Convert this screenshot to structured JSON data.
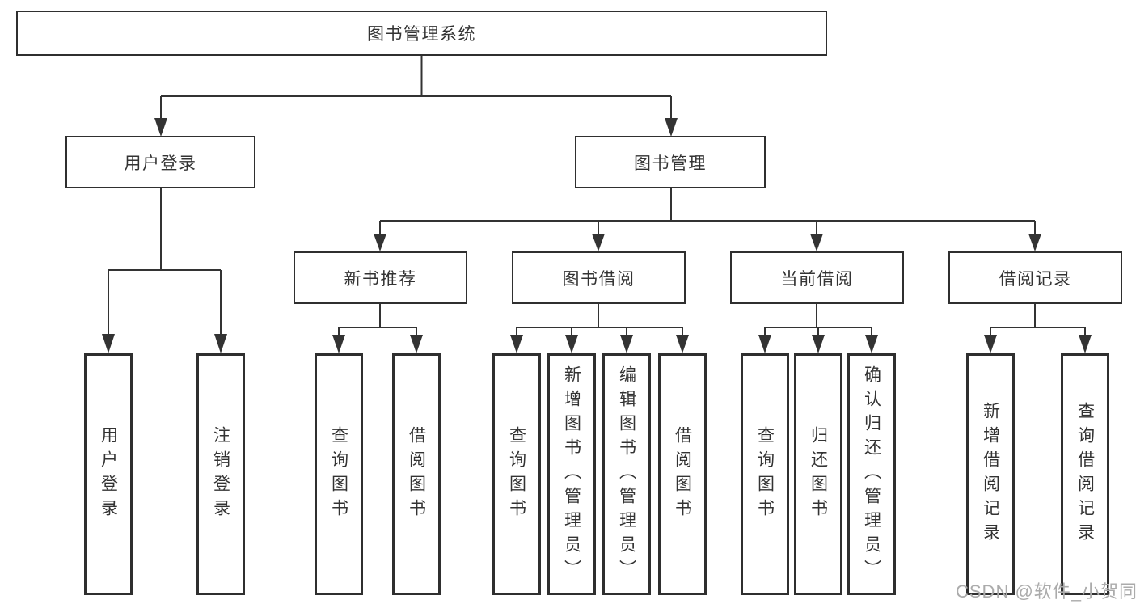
{
  "tree": {
    "root": "图书管理系统",
    "children": [
      {
        "label": "用户登录",
        "children": [
          {
            "label": "用户登录"
          },
          {
            "label": "注销登录"
          }
        ]
      },
      {
        "label": "图书管理",
        "children": [
          {
            "label": "新书推荐",
            "children": [
              {
                "label": "查询图书"
              },
              {
                "label": "借阅图书"
              }
            ]
          },
          {
            "label": "图书借阅",
            "children": [
              {
                "label": "查询图书"
              },
              {
                "label": "新增图书（管理员）"
              },
              {
                "label": "编辑图书（管理员）"
              },
              {
                "label": "借阅图书"
              }
            ]
          },
          {
            "label": "当前借阅",
            "children": [
              {
                "label": "查询图书"
              },
              {
                "label": "归还图书"
              },
              {
                "label": "确认归还（管理员）"
              }
            ]
          },
          {
            "label": "借阅记录",
            "children": [
              {
                "label": "新增借阅记录"
              },
              {
                "label": "查询借阅记录"
              }
            ]
          }
        ]
      }
    ]
  },
  "watermark": {
    "text": "CSDN @软件_小贺同学"
  },
  "colors": {
    "line": "#333333",
    "box_border": "#2f2f2f",
    "text": "#333333",
    "background": "#ffffff",
    "watermark": "#ababab"
  }
}
